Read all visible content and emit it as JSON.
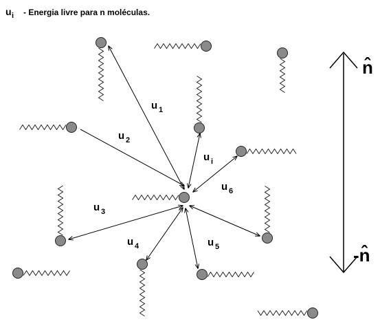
{
  "caption": {
    "symbol": "u",
    "subscript": "i",
    "text": "- Energia livre para n moléculas."
  },
  "energy_labels": [
    {
      "base": "u",
      "sub": "1"
    },
    {
      "base": "u",
      "sub": "2"
    },
    {
      "base": "u",
      "sub": "3"
    },
    {
      "base": "u",
      "sub": "4"
    },
    {
      "base": "u",
      "sub": "5"
    },
    {
      "base": "u",
      "sub": "6"
    },
    {
      "base": "u",
      "sub": "i"
    }
  ],
  "director": {
    "top_label": "n̂",
    "bottom_label": "-n̂"
  },
  "colors": {
    "molecule_head": "#8a8a8a",
    "line": "#000000",
    "background": "#ffffff"
  }
}
